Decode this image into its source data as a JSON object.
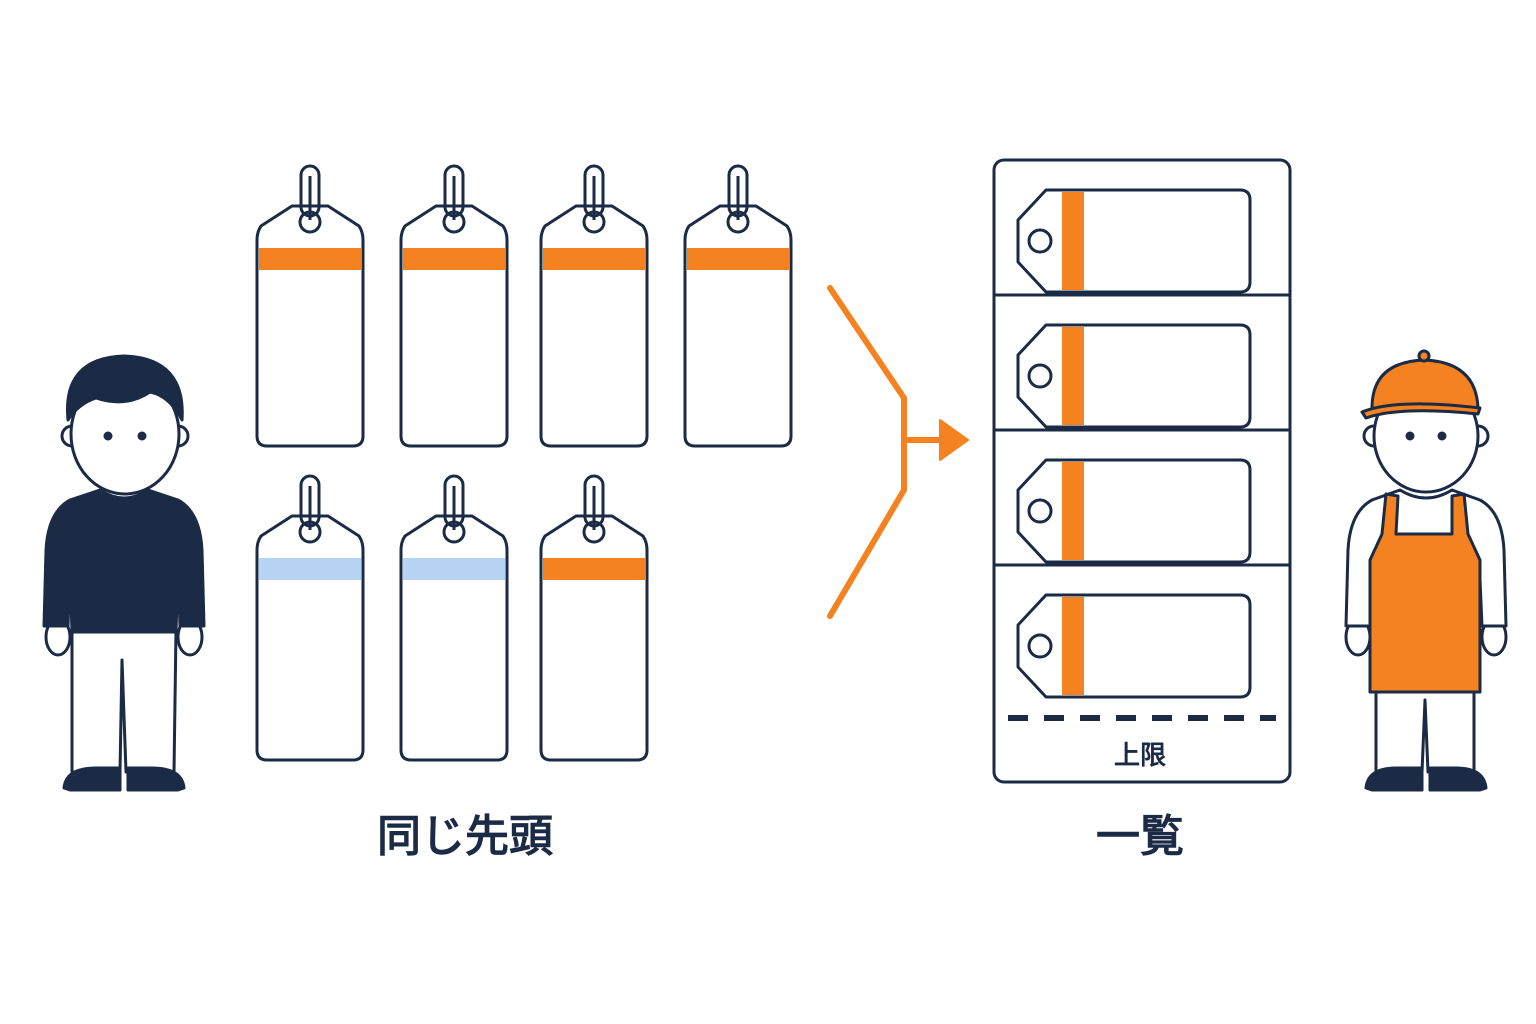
{
  "labels": {
    "left_caption": "同じ先頭",
    "right_caption": "一覧",
    "limit": "上限"
  },
  "colors": {
    "navy": "#1b2a45",
    "orange": "#f58220",
    "light_blue": "#b8d4f5",
    "white": "#ffffff",
    "skin": "#ffffff"
  },
  "icons": {
    "customer": "person-icon",
    "staff": "staff-person-icon",
    "tag": "price-tag-icon",
    "arrow": "merge-arrow-icon"
  },
  "tags": [
    {
      "stripe": "orange"
    },
    {
      "stripe": "orange"
    },
    {
      "stripe": "orange"
    },
    {
      "stripe": "orange"
    },
    {
      "stripe": "light_blue"
    },
    {
      "stripe": "light_blue"
    },
    {
      "stripe": "orange"
    }
  ],
  "list_rows": 4
}
